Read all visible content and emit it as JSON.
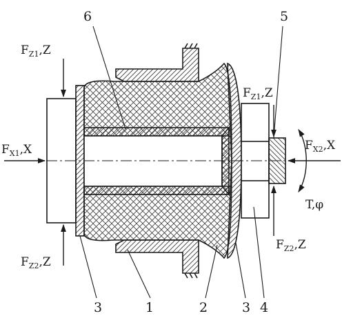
{
  "figure": {
    "part_labels": {
      "p1": "1",
      "p2": "2",
      "p3a": "3",
      "p3b": "3",
      "p4": "4",
      "p5": "5",
      "p6": "6"
    },
    "forces": {
      "fz1_left": {
        "main": "F",
        "sub": "Z1",
        "var": ",Z"
      },
      "fz2_left": {
        "main": "F",
        "sub": "Z2",
        "var": ",Z"
      },
      "fx1": {
        "main": "F",
        "sub": "X1",
        "var": ",X"
      },
      "fz1_right": {
        "main": "F",
        "sub": "Z1",
        "var": ",Z"
      },
      "fz2_right": {
        "main": "F",
        "sub": "Z2",
        "var": ",Z"
      },
      "fx2": {
        "main": "F",
        "sub": "X2",
        "var": ",X"
      },
      "torque": {
        "main": "T,φ"
      }
    }
  }
}
